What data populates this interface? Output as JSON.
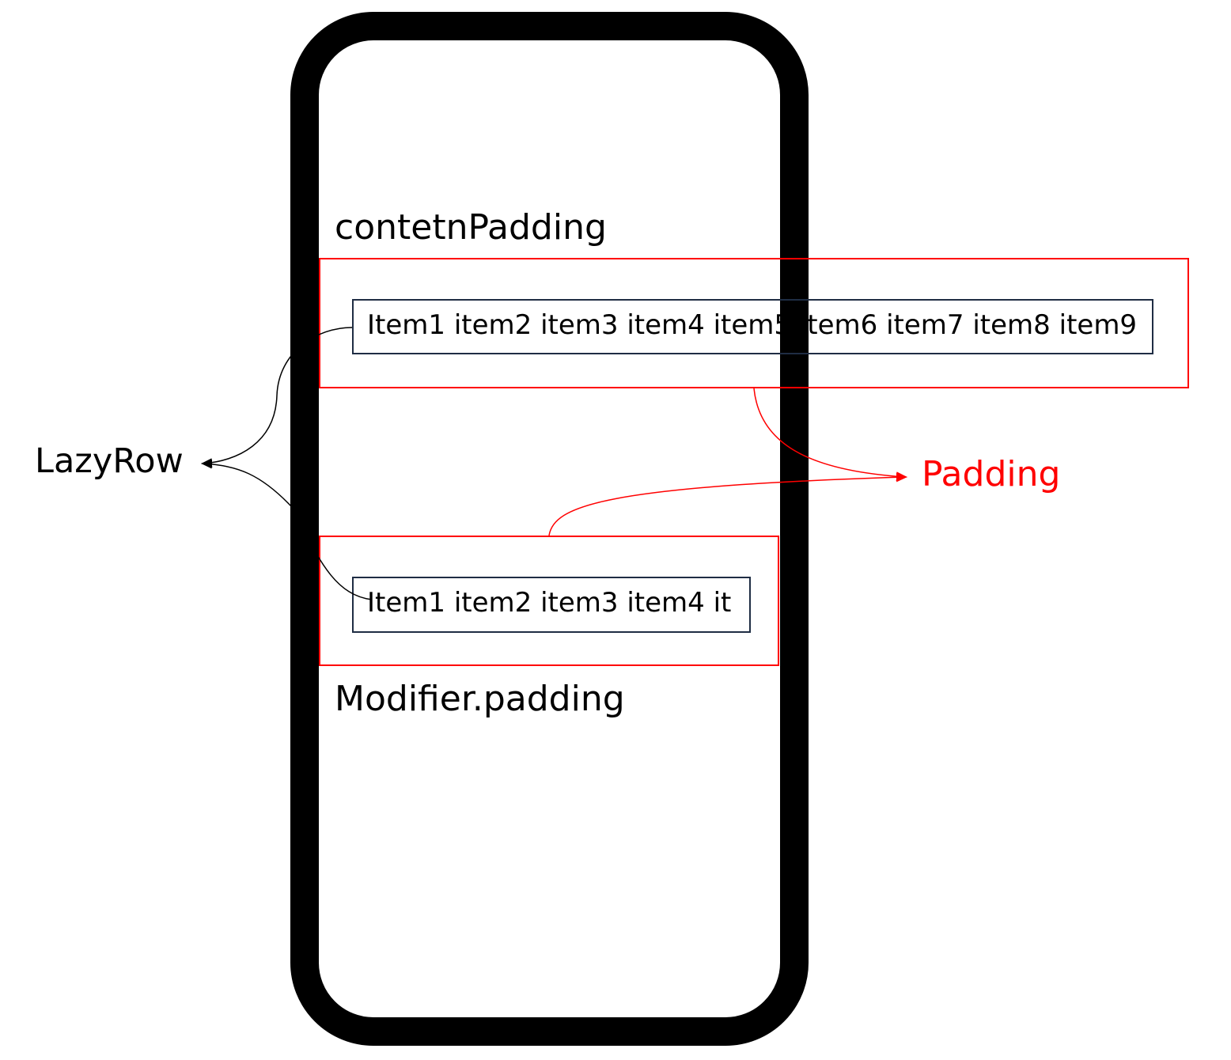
{
  "diagram": {
    "labels": {
      "content_padding": "contetnPadding",
      "modifier_padding": "Modifier.padding",
      "lazy_row": "LazyRow",
      "padding": "Padding"
    },
    "rows": {
      "top_items": "Item1 item2 item3 item4 item5 item6 item7 item8 item9",
      "bottom_items": "Item1 item2 item3 item4 it"
    },
    "colors": {
      "accent": "#ff0000",
      "frame": "#000000",
      "row_border": "#1f2d44"
    }
  }
}
